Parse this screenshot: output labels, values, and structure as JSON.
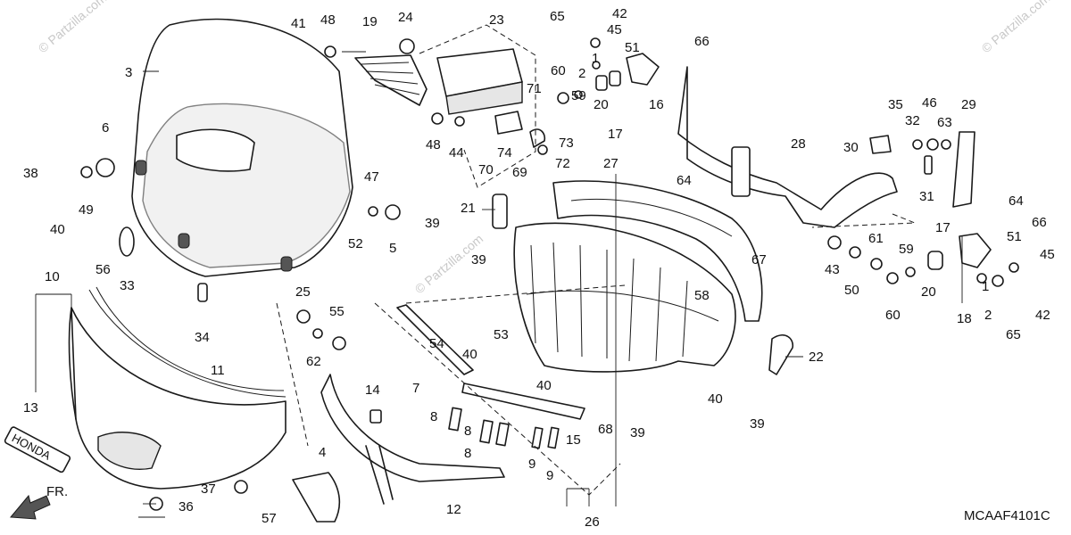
{
  "watermarks": [
    "© Partzilla.com",
    "© Partzilla.com",
    "© Partzilla.com"
  ],
  "diagram_code": "MCAAF4101C",
  "front_arrow": "FR.",
  "emblem_text": "HONDA",
  "callouts": [
    "1",
    "1",
    "2",
    "2",
    "3",
    "4",
    "5",
    "6",
    "7",
    "8",
    "8",
    "8",
    "9",
    "9",
    "10",
    "11",
    "12",
    "13",
    "14",
    "15",
    "16",
    "17",
    "17",
    "18",
    "19",
    "20",
    "20",
    "21",
    "22",
    "23",
    "24",
    "25",
    "26",
    "27",
    "28",
    "29",
    "30",
    "31",
    "32",
    "33",
    "34",
    "35",
    "36",
    "37",
    "38",
    "39",
    "39",
    "39",
    "39",
    "40",
    "40",
    "40",
    "40",
    "41",
    "42",
    "42",
    "43",
    "44",
    "45",
    "45",
    "46",
    "47",
    "48",
    "48",
    "49",
    "50",
    "51",
    "51",
    "52",
    "53",
    "54",
    "55",
    "56",
    "57",
    "58",
    "59",
    "59",
    "60",
    "60",
    "61",
    "62",
    "63",
    "64",
    "64",
    "65",
    "65",
    "66",
    "66",
    "67",
    "68",
    "69",
    "70",
    "71",
    "72",
    "73",
    "74"
  ]
}
